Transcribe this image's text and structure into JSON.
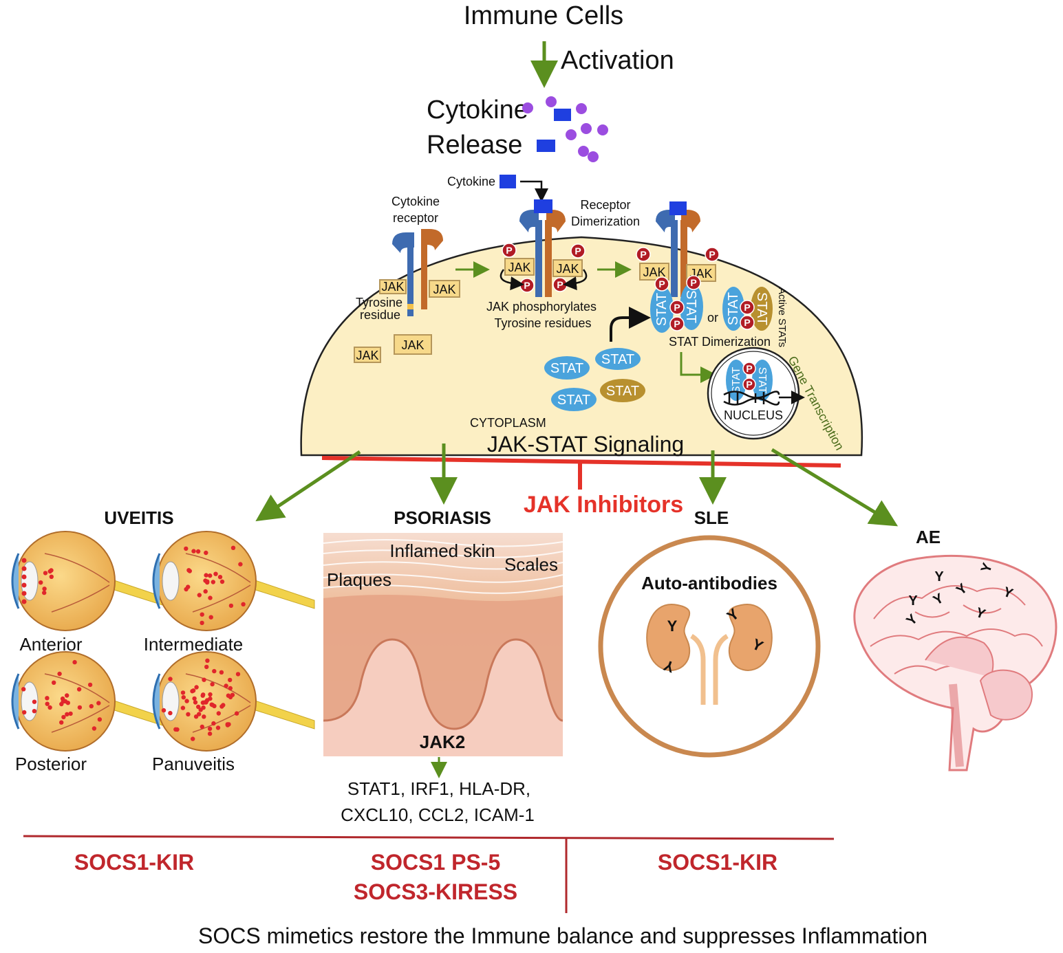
{
  "top": {
    "immune_cells": "Immune Cells",
    "activation": "Activation",
    "cytokine_release_line1": "Cytokine",
    "cytokine_release_line2": "Release"
  },
  "cell": {
    "cytokine_label": "Cytokine",
    "cytokine_receptor_line1": "Cytokine",
    "cytokine_receptor_line2": "receptor",
    "receptor_dimerization_line1": "Receptor",
    "receptor_dimerization_line2": "Dimerization",
    "jak": "JAK",
    "p": "P",
    "tyrosine_line1": "Tyrosine",
    "tyrosine_line2": "residue",
    "jak_phos_line1": "JAK phosphorylates",
    "jak_phos_line2": "Tyrosine residues",
    "stat": "STAT",
    "or": "or",
    "active_stats": "Active STATs",
    "stat_dimerization": "STAT Dimerization",
    "gene_transcription": "Gene Transcription",
    "nucleus": "NUCLEUS",
    "cytoplasm": "CYTOPLASM",
    "signaling_title": "JAK-STAT Signaling"
  },
  "inhibitors": "JAK Inhibitors",
  "diseases": {
    "uveitis": {
      "title": "UVEITIS",
      "types": [
        "Anterior",
        "Intermediate",
        "Posterior",
        "Panuveitis"
      ]
    },
    "psoriasis": {
      "title": "PSORIASIS",
      "inflamed_skin": "Inflamed skin",
      "scales": "Scales",
      "plaques": "Plaques",
      "jak2": "JAK2",
      "targets_line1": "STAT1, IRF1, HLA-DR,",
      "targets_line2": "CXCL10, CCL2, ICAM-1"
    },
    "sle": {
      "title": "SLE",
      "auto_antibodies": "Auto-antibodies",
      "antibody": "Y"
    },
    "ae": {
      "title": "AE",
      "antibody": "Y"
    }
  },
  "socs": {
    "left": "SOCS1-KIR",
    "middle_line1": "SOCS1 PS-5",
    "middle_line2": "SOCS3-KIRESS",
    "right": "SOCS1-KIR",
    "footer": "SOCS mimetics restore the  Immune balance  and suppresses Inflammation"
  },
  "colors": {
    "cytokine_square": "#1f3fe0",
    "cytokine_dot": "#9b4de0",
    "jak_fill": "#f7d98a",
    "stat_blue": "#4aa3dc",
    "stat_gold": "#b8902f",
    "phospho": "#b11c25",
    "arrow_green": "#5b8f1f",
    "inhibitor_red": "#e53229",
    "socs_red": "#c0262c",
    "cell_fill": "#fcefc4"
  }
}
